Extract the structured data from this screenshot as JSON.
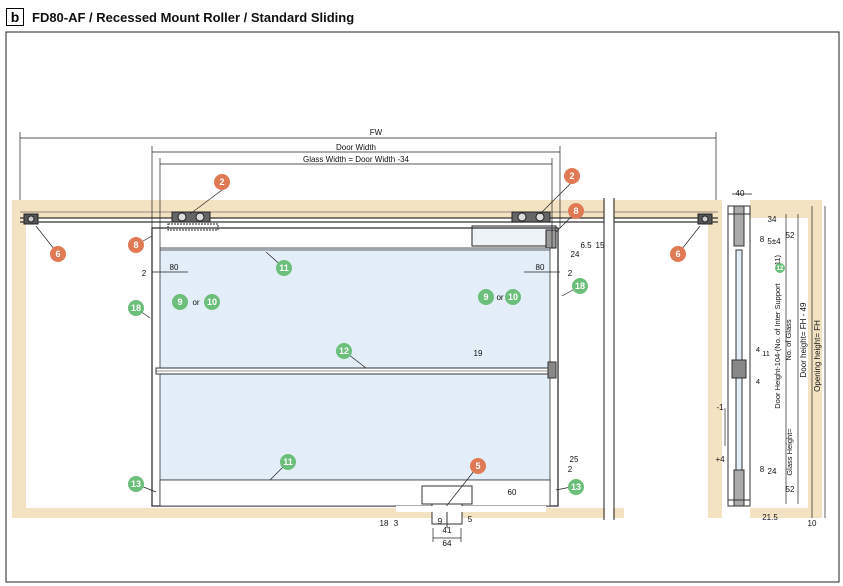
{
  "header": {
    "badge": "b",
    "title": "FD80-AF / Recessed Mount Roller / Standard Sliding"
  },
  "dimensions": {
    "fw": "FW",
    "door_width": "Door Width",
    "glass_width": "Glass Width = Door Width -34",
    "d80_left": "80",
    "d80_right": "80",
    "d2_left": "2",
    "d2_right": "2",
    "d24": "24",
    "d6_5": "6.5",
    "d15": "15",
    "d19": "19",
    "d25": "25",
    "d2_bottom": "2",
    "d60": "60",
    "d18": "18",
    "d3": "3",
    "d9": "9",
    "d41": "41",
    "d64": "64",
    "d5": "5",
    "side_40": "40",
    "side_34": "34",
    "side_8_top": "8",
    "side_5pm4": "5±4",
    "side_52_top": "52",
    "side_inter": "Door Height-104-(No. of Inter Support",
    "side_inter_end": "x11)",
    "side_no_glass": "No. of Glass",
    "side_door_height": "Door height= FH - 49",
    "side_opening": "Opening height= FH",
    "side_glass_height": "Glass Height=",
    "side_4a": "4",
    "side_11": "11",
    "side_4b": "4",
    "side_minus1": "-1",
    "side_plus4": "+4",
    "side_8_bottom": "8",
    "side_24": "24",
    "side_52_bottom": "52",
    "side_21_5": "21.5",
    "side_10": "10"
  },
  "callouts": {
    "c2_left": "2",
    "c2_right": "2",
    "c8_left": "8",
    "c8_right": "8",
    "c6_left": "6",
    "c6_right": "6",
    "c11_top": "11",
    "c11_bottom": "11",
    "c18_left": "18",
    "c18_right": "18",
    "c9_left": "9",
    "c10_left": "10",
    "or_left": "or",
    "c9_right": "9",
    "c10_right": "10",
    "or_right": "or",
    "c12": "12",
    "c13_left": "13",
    "c13_right": "13",
    "c5": "5",
    "c12_small": "12"
  },
  "colors": {
    "wall": "#f4e3c3",
    "glass": "#e3eef9",
    "callout_orange": "#e07a55",
    "callout_green": "#6cbf7a",
    "frame": "#333333"
  }
}
